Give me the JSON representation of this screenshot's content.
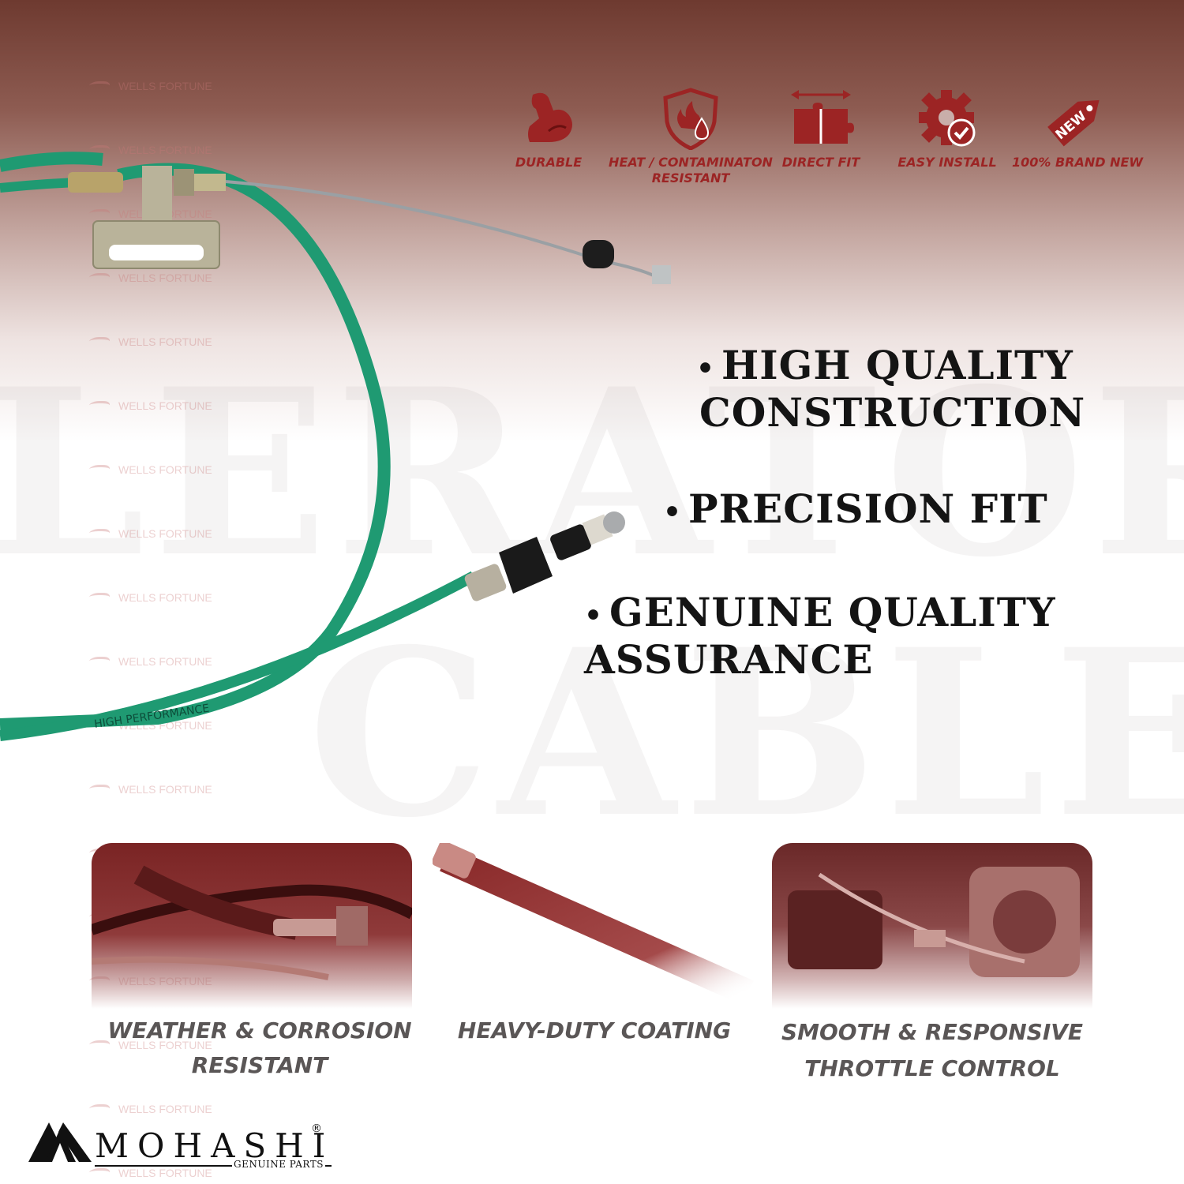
{
  "background": {
    "word_top": "LERATOR",
    "word_bottom": "CABLE"
  },
  "watermark": {
    "text": "WELLS FORTUNE"
  },
  "features": [
    {
      "icon": "flexed-arm-icon",
      "label": "DURABLE"
    },
    {
      "icon": "shield-flame-droplet-icon",
      "label_line1": "HEAT / CONTAMINATON",
      "label_line2": "RESISTANT"
    },
    {
      "icon": "puzzle-arrow-icon",
      "label": "DIRECT FIT"
    },
    {
      "icon": "gear-check-icon",
      "label": "EASY INSTALL"
    },
    {
      "icon": "new-tag-icon",
      "label": "100% BRAND NEW",
      "tag_text": "NEW"
    }
  ],
  "cable": {
    "printed_text": "HIGH  PERFORMANCE"
  },
  "claims": [
    {
      "line1": "HIGH QUALITY",
      "line2": "CONSTRUCTION"
    },
    {
      "line1": "PRECISION FIT"
    },
    {
      "line1": "GENUINE QUALITY",
      "line2": "ASSURANCE"
    }
  ],
  "bullet": "•",
  "panels": [
    {
      "caption_line1": "WEATHER & CORROSION",
      "caption_line2": "RESISTANT"
    },
    {
      "caption_line1": "HEAVY-DUTY COATING"
    },
    {
      "caption_line1": "SMOOTH & RESPONSIVE",
      "caption_line2": "THROTTLE CONTROL"
    }
  ],
  "brand": {
    "name": "MOHASHI",
    "registered": "®",
    "tagline": "GENUINE PARTS"
  },
  "colors": {
    "accent_red": "#9c2424",
    "cable_green": "#1f9a72",
    "header_brown": "#6e3a30"
  }
}
